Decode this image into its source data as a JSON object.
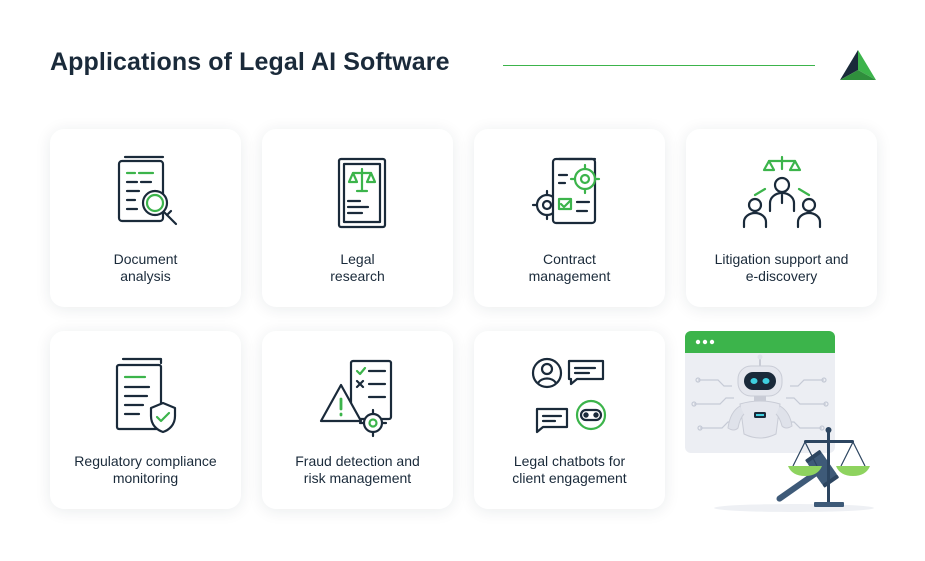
{
  "header": {
    "title": "Applications of Legal AI Software"
  },
  "colors": {
    "accent_green": "#3cb44b",
    "dark_navy": "#1a2a3a",
    "steel_blue": "#3e5a78"
  },
  "cards": [
    {
      "label": "Document\nanalysis",
      "icon": "document-search-icon"
    },
    {
      "label": "Legal\nresearch",
      "icon": "legal-document-scales-icon"
    },
    {
      "label": "Contract\nmanagement",
      "icon": "contract-gear-icon"
    },
    {
      "label": "Litigation support and\ne-discovery",
      "icon": "people-scales-icon"
    },
    {
      "label": "Regulatory compliance\nmonitoring",
      "icon": "document-shield-icon"
    },
    {
      "label": "Fraud detection and\nrisk management",
      "icon": "warning-checklist-gear-icon"
    },
    {
      "label": "Legal chatbots for\nclient engagement",
      "icon": "chat-robot-icon"
    }
  ]
}
